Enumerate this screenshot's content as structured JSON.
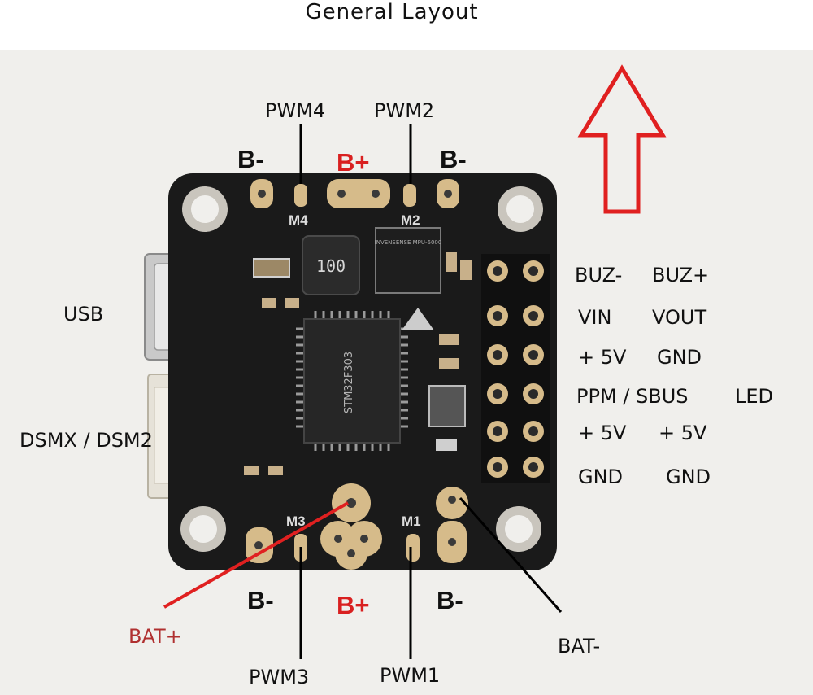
{
  "title": "General Layout",
  "labels": {
    "pwm4": "PWM4",
    "pwm2": "PWM2",
    "pwm3": "PWM3",
    "pwm1": "PWM1",
    "b_minus": "B-",
    "b_plus": "B+",
    "usb": "USB",
    "dsmx": "DSMX / DSM2",
    "bat_plus": "BAT+",
    "bat_minus": "BAT-",
    "buz_minus": "BUZ-",
    "buz_plus": "BUZ+",
    "vin": "VIN",
    "vout": "VOUT",
    "plus5v": "+ 5V",
    "gnd": "GND",
    "ppm_sbus": "PPM / SBUS",
    "led": "LED"
  },
  "silk": {
    "m1": "M1",
    "m2": "M2",
    "m3": "M3",
    "m4": "M4",
    "inductor": "100",
    "mcu": "STM32F303",
    "imu": "INVENSENSE MPU-6000"
  },
  "colors": {
    "board": "#1a1a1a",
    "pad": "#d6bb8a",
    "arrow": "#e02020",
    "bat_wire": "#e02020"
  }
}
